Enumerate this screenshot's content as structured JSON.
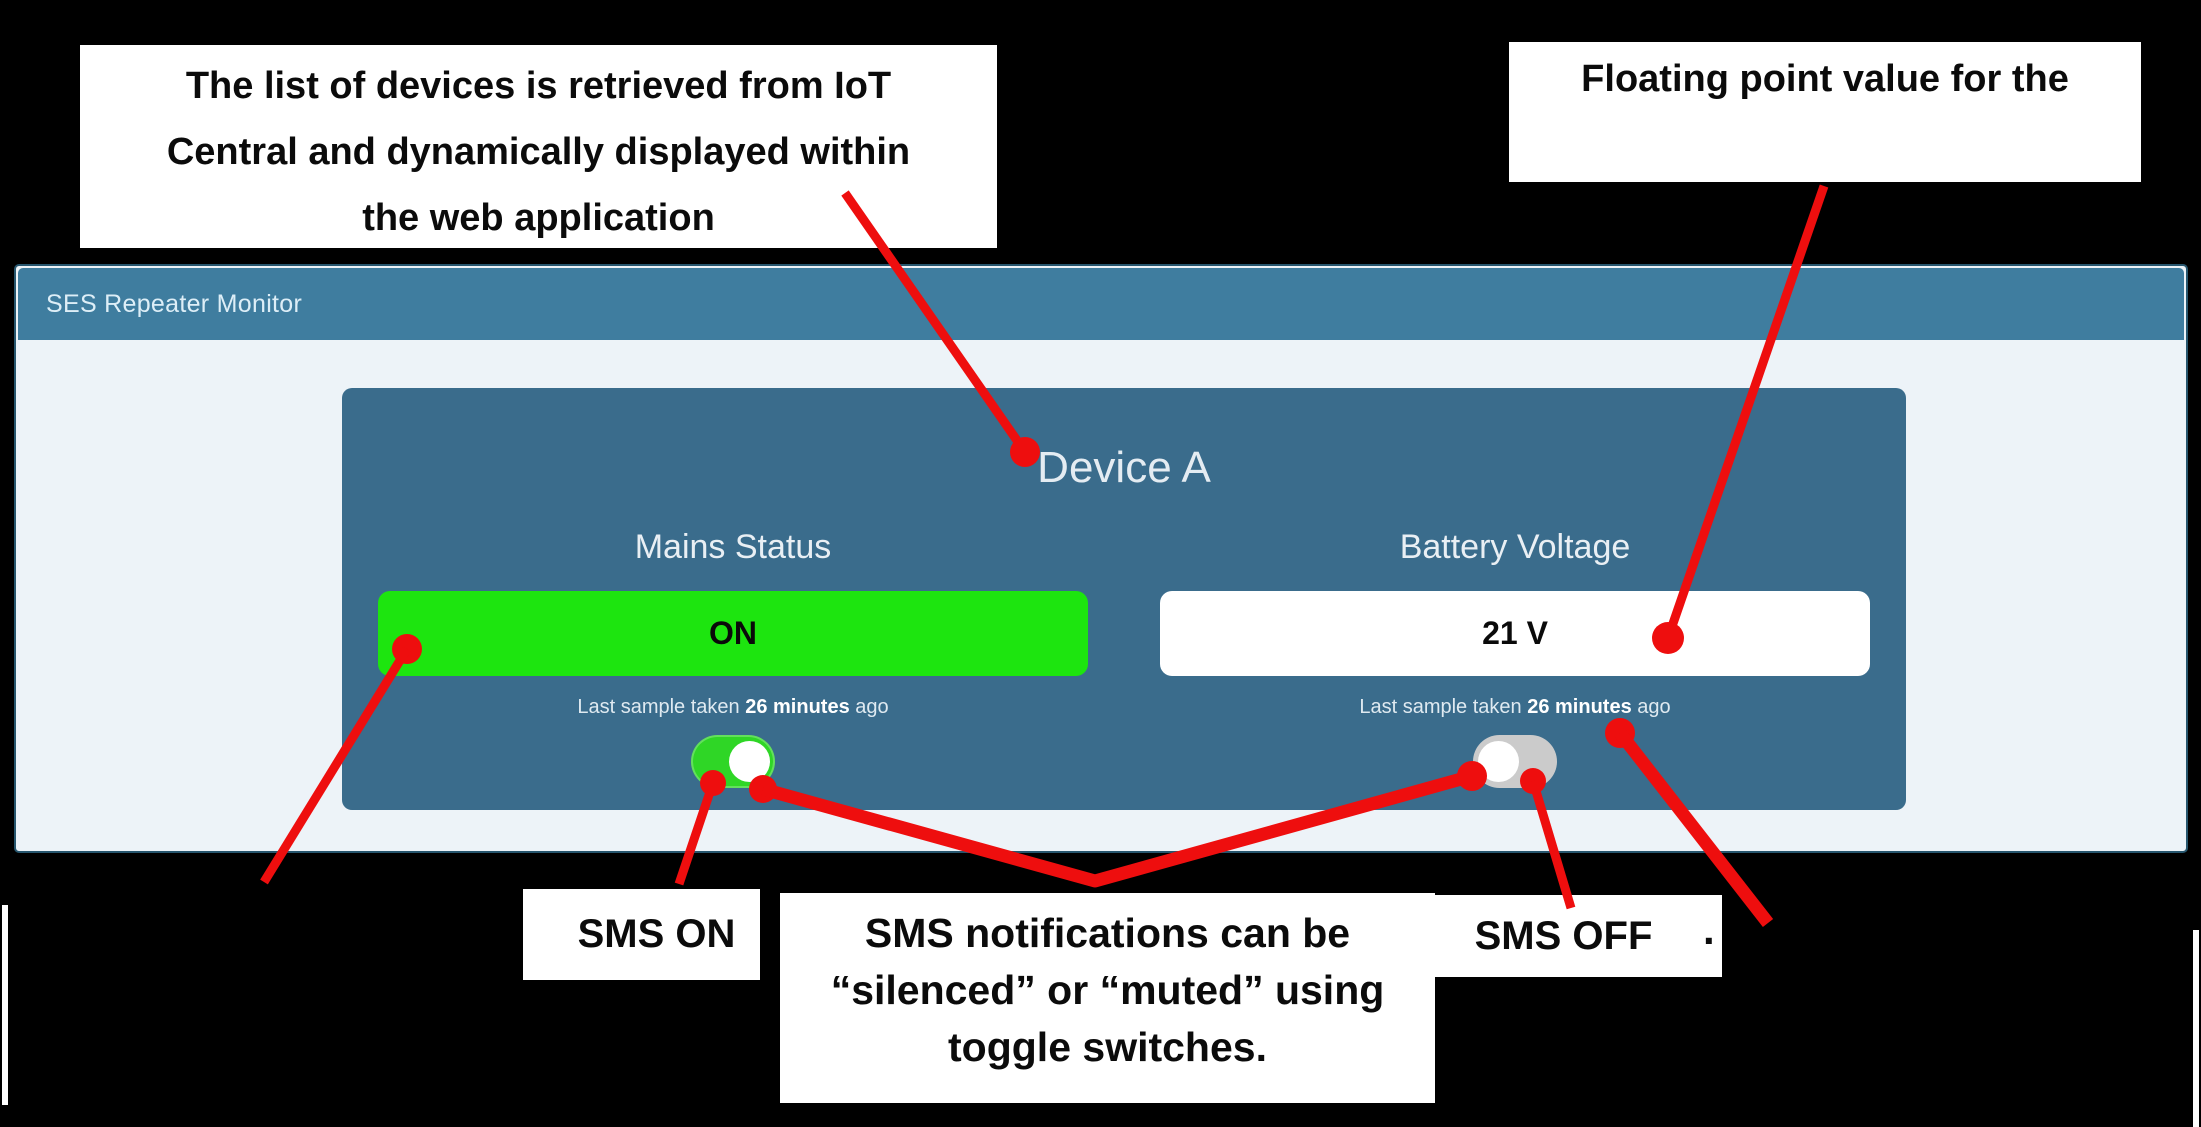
{
  "colors": {
    "arrow": "#ee0e0e",
    "green": "#1de50f",
    "toggle_green": "#2fd626",
    "toggle_gray": "#cbcbcb",
    "navbar": "#3f7d9f",
    "card": "#3a6c8c",
    "content_bg": "#edf3f8"
  },
  "annotations": {
    "top_left_lines": {
      "0": "The list of devices is retrieved from IoT",
      "1": "Central and dynamically displayed within",
      "2": "the web application"
    },
    "top_right_note": "Floating point value for the",
    "sms_on_label": "SMS ON",
    "sms_off_label": "SMS OFF",
    "center_note_lines": {
      "0": "SMS notifications can be",
      "1": "“silenced” or “muted” using",
      "2": "toggle switches."
    },
    "stray_period": "."
  },
  "app": {
    "navbar": {
      "title": "SES Repeater Monitor"
    },
    "device_card": {
      "title": "Device A",
      "panels": {
        "0": {
          "label": "Mains Status",
          "value": "ON",
          "sample_prefix": "Last sample taken ",
          "sample_bold": "26 minutes",
          "sample_suffix": " ago",
          "toggle_state": "on"
        },
        "1": {
          "label": "Battery Voltage",
          "value": "21 V",
          "sample_prefix": "Last sample taken ",
          "sample_bold": "26 minutes",
          "sample_suffix": " ago",
          "toggle_state": "off"
        }
      }
    }
  }
}
